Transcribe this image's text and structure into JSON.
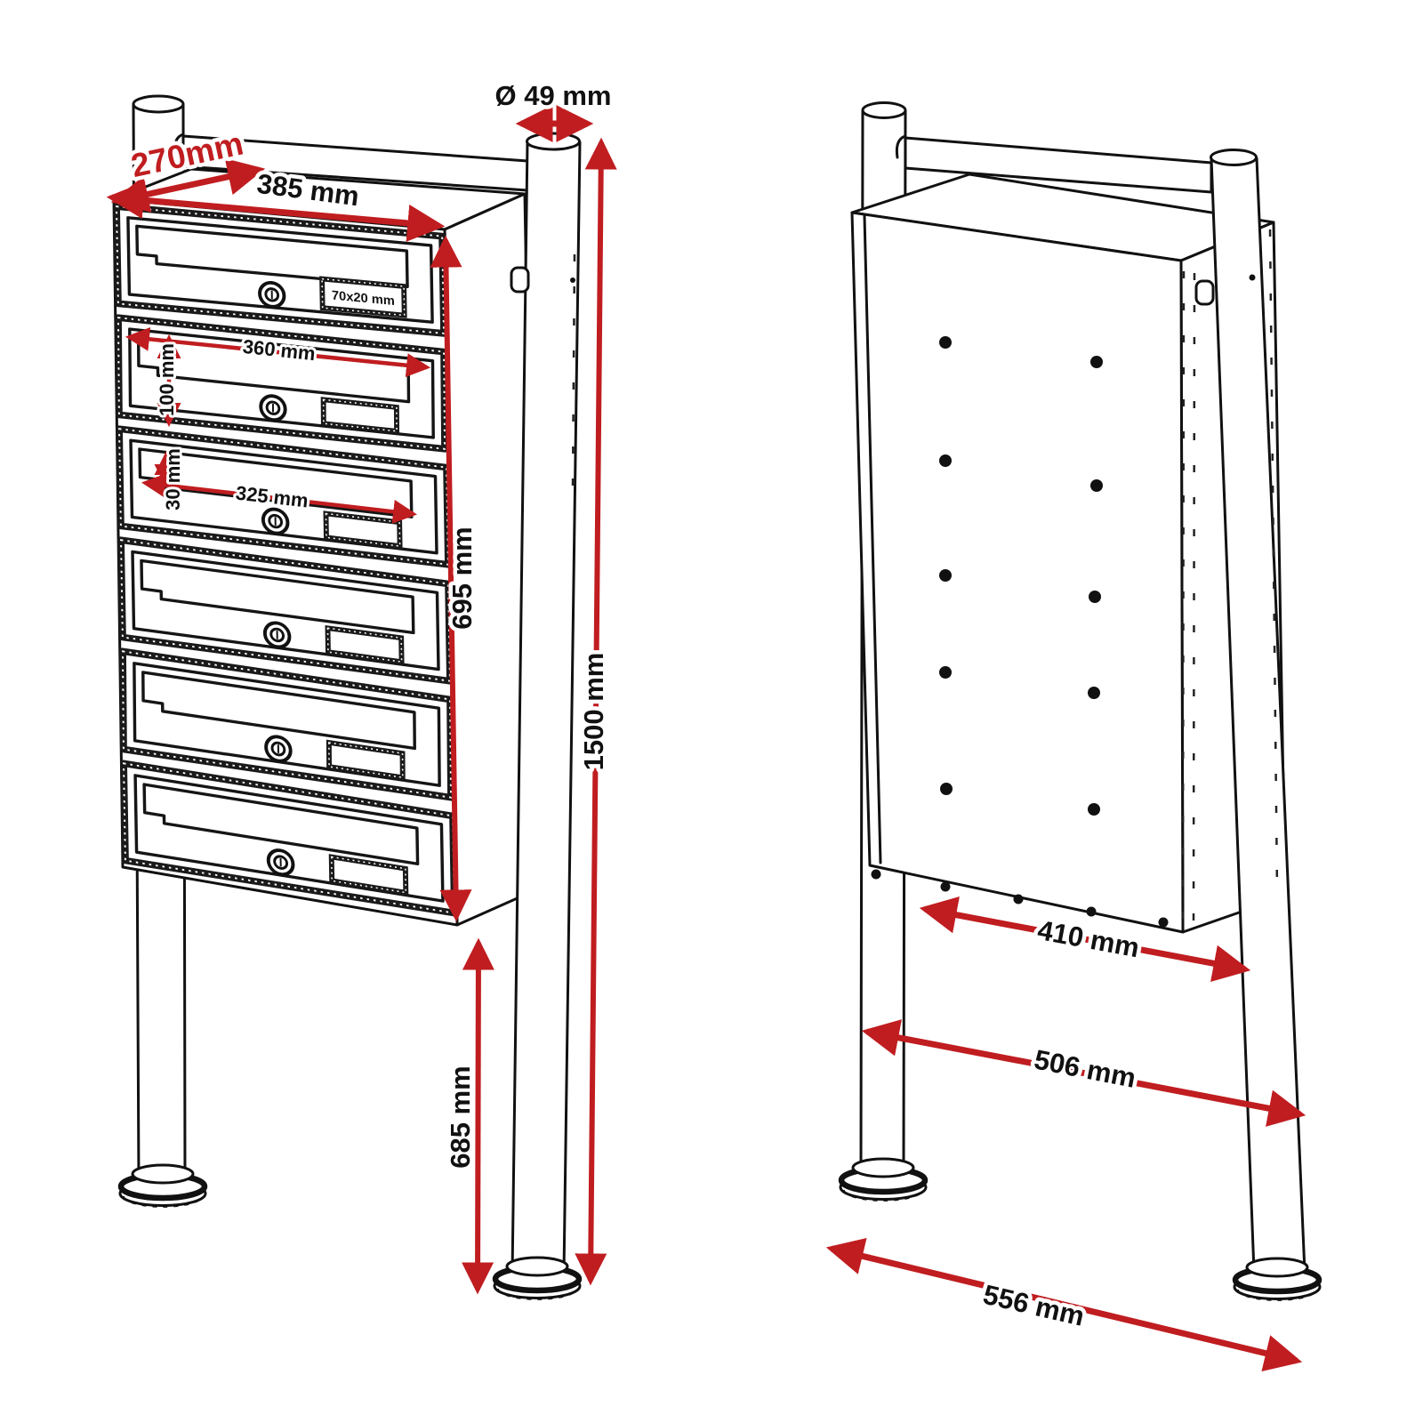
{
  "front_view": {
    "compartment_count": 6,
    "name_plate_size": "70x20 mm",
    "dim_depth": "270mm",
    "dim_width": "385 mm",
    "dim_slot_width_upper": "360 mm",
    "dim_compartment_height": "100 mm",
    "dim_slot_width_lower": "325 mm",
    "dim_slot_height": "30 mm",
    "dim_cabinet_height": "695 mm",
    "dim_post_diameter": "Ø 49 mm",
    "dim_total_height": "1500 mm",
    "dim_leg_clearance": "685 mm"
  },
  "rear_view": {
    "dim_post_inner_spacing": "410 mm",
    "dim_post_outer_spacing": "506 mm",
    "dim_base_spread": "556 mm"
  },
  "colors": {
    "dimension_red": "#c01d20",
    "line_black": "#111111",
    "background": "#ffffff"
  }
}
